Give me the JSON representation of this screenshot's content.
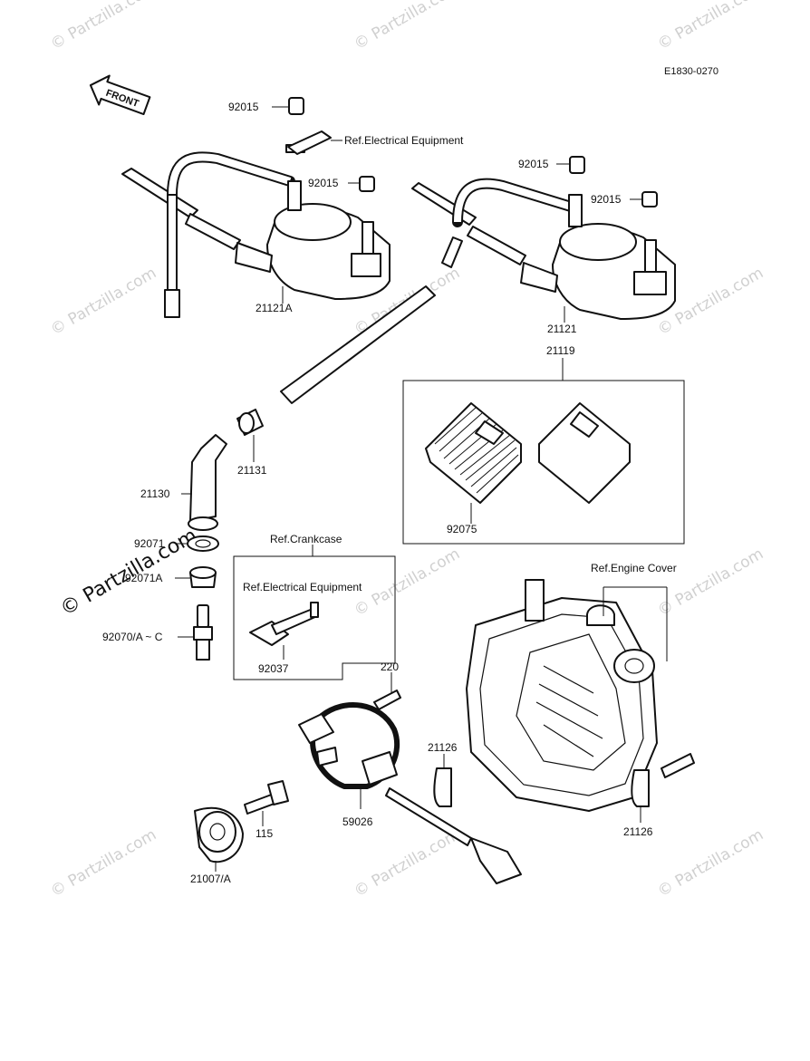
{
  "diagram_code": "E1830-0270",
  "front_label": "FRONT",
  "parts": {
    "p92015_top": "92015",
    "p92015_mid": "92015",
    "p92015_r1": "92015",
    "p92015_r2": "92015",
    "p21121A": "21121A",
    "p21121": "21121",
    "p21119": "21119",
    "p92075": "92075",
    "p21131": "21131",
    "p21130": "21130",
    "p92071": "92071",
    "p92071A": "92071A",
    "p92070": "92070/A ~ C",
    "p92037": "92037",
    "p220": "220",
    "p21126_left": "21126",
    "p21126_right": "21126",
    "p59026": "59026",
    "p115": "115",
    "p21007": "21007/A"
  },
  "refs": {
    "electrical_top": "Ref.Electrical Equipment",
    "crankcase": "Ref.Crankcase",
    "electrical_box": "Ref.Electrical Equipment",
    "engine_cover": "Ref.Engine Cover"
  },
  "watermark": {
    "small": "© Partzilla.com",
    "big": "© Partzilla.com"
  }
}
